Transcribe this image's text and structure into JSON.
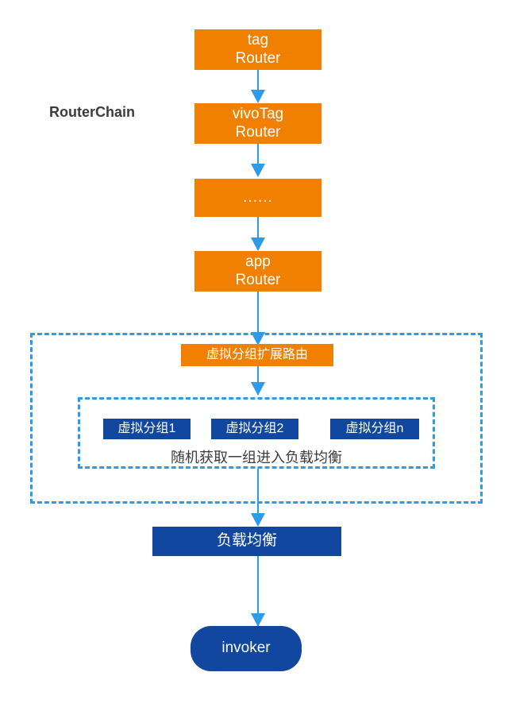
{
  "diagram": {
    "title_label": "RouterChain",
    "colors": {
      "orange": "#F28000",
      "blue": "#11479E",
      "arrow": "#2E9BE8",
      "dashed_border": "#2E9BE8",
      "label_text": "#3C3C3C",
      "background": "#FFFFFF"
    },
    "router_chain": {
      "nodes": [
        {
          "id": "tag-router",
          "label": "tag\nRouter"
        },
        {
          "id": "vivotag-router",
          "label": "vivoTag\nRouter"
        },
        {
          "id": "ellipsis",
          "label": "......"
        },
        {
          "id": "app-router",
          "label": "app\nRouter"
        }
      ]
    },
    "virtual_group_section": {
      "ext_route_label": "虚拟分组扩展路由",
      "groups": [
        {
          "id": "group-1",
          "label": "虚拟分组1"
        },
        {
          "id": "group-2",
          "label": "虚拟分组2"
        },
        {
          "id": "group-n",
          "label": "虚拟分组n"
        }
      ],
      "note": "随机获取一组进入负载均衡"
    },
    "load_balance": {
      "label": "负载均衡"
    },
    "invoker": {
      "label": "invoker"
    }
  }
}
